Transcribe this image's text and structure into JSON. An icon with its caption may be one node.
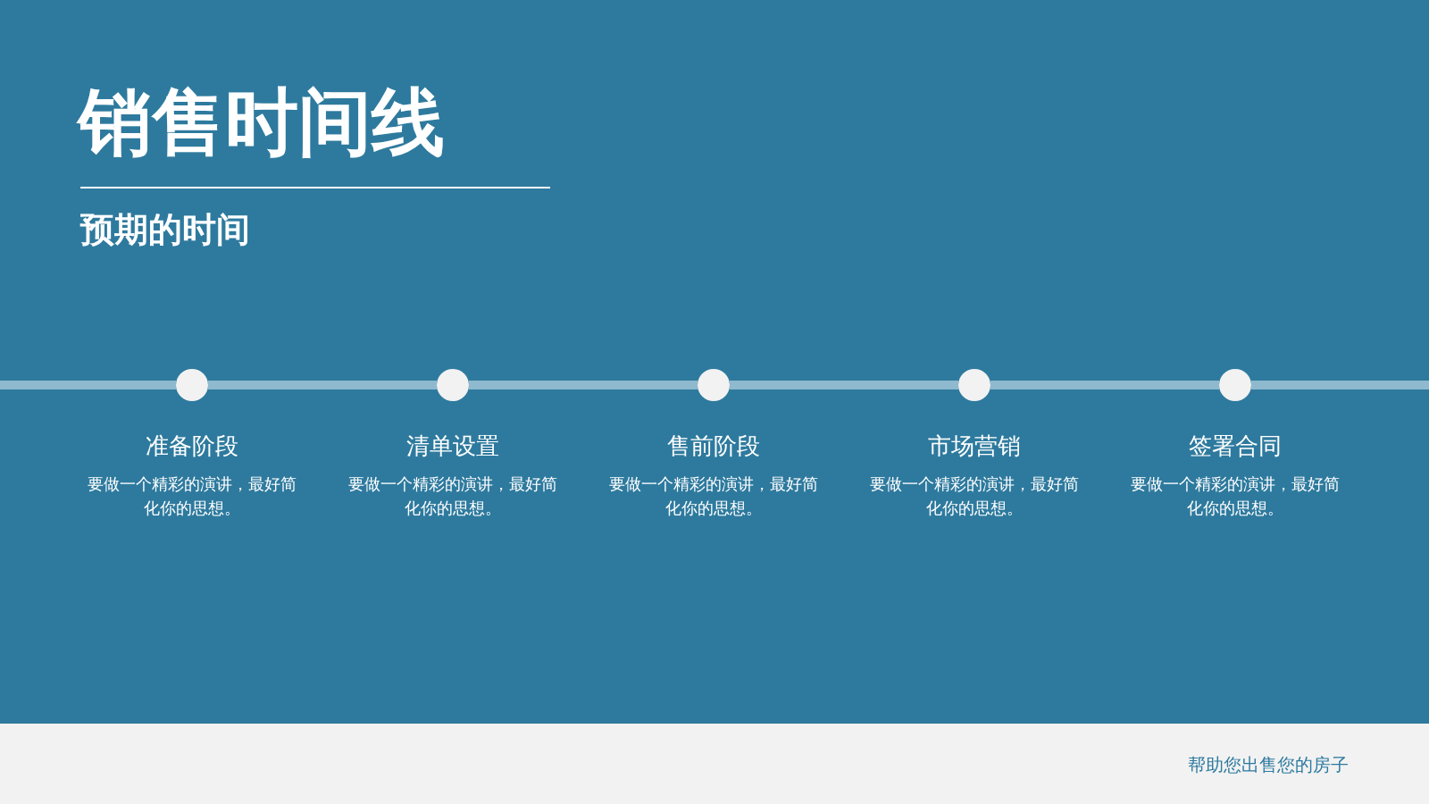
{
  "diagram": {
    "title": "销售时间线",
    "nodes": [
      {
        "text": [],
        "shape": "circle",
        "beside": [
          "准备阶段",
          "要做一个精彩的演讲，最好简化你的思想。"
        ]
      },
      {
        "text": [],
        "shape": "circle",
        "beside": [
          "清单设置",
          "要做一个精彩的演讲，最好简化你的思想。"
        ]
      },
      {
        "text": [],
        "shape": "circle",
        "beside": [
          "售前阶段",
          "要做一个精彩的演讲，最好简化你的思想。"
        ]
      },
      {
        "text": [],
        "shape": "circle",
        "beside": [
          "市场营销",
          "要做一个精彩的演讲，最好简化你的思想。"
        ]
      },
      {
        "text": [],
        "shape": "circle",
        "beside": [
          "签署合同",
          "要做一个精彩的演讲，最好简化你的思想。"
        ]
      }
    ],
    "edges": [
      {
        "from": null,
        "to": 0,
        "arrow": "none"
      },
      {
        "from": 0,
        "to": 1,
        "arrow": "none"
      },
      {
        "from": 1,
        "to": 2,
        "arrow": "none"
      },
      {
        "from": 2,
        "to": 3,
        "arrow": "none"
      },
      {
        "from": 3,
        "to": 4,
        "arrow": "none"
      },
      {
        "from": 4,
        "to": null,
        "arrow": "none"
      }
    ],
    "labels": [
      "预期的时间",
      "帮助您出售您的房子"
    ]
  }
}
